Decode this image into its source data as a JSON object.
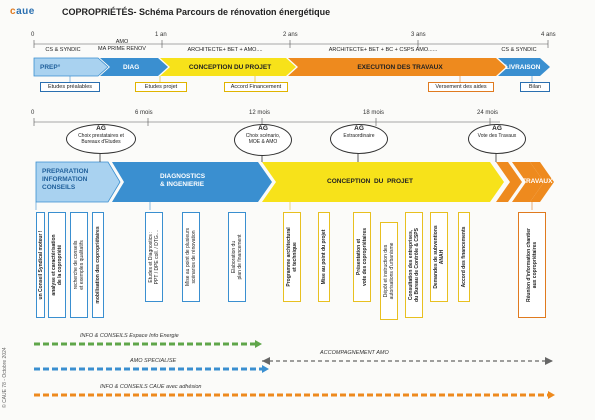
{
  "logo": {
    "text_c": "c",
    "text_rest": "aue"
  },
  "title": "COPROPRIÉTÉS- Schéma Parcours de rénovation énergétique",
  "top_timeline": {
    "ticks": [
      "0",
      "1 an",
      "2 ans",
      "3 ans",
      "4 ans"
    ],
    "actors": [
      "CS & SYNDIC",
      "AMO\nMA PRIME RENOV",
      "ARCHITECTE+ BET + AMO....",
      "ARCHITECTE+ BET + BC + CSPS AMO......",
      "CS & SYNDIC"
    ],
    "phases": [
      "PREP°",
      "DIAG",
      "CONCEPTION DU PROJET",
      "EXECUTION DES TRAVAUX",
      "LIVRAISON"
    ],
    "outputs": [
      "Etudes préalables",
      "Etudes projet",
      "Accord Financement",
      "Versement des aides",
      "Bilan"
    ]
  },
  "bottom_timeline": {
    "ticks": [
      "0",
      "6 mois",
      "12 mois",
      "18 mois",
      "24 mois"
    ],
    "ag": [
      {
        "title": "AG",
        "text": "Choix prestataires et\nBureaux d'Etudes"
      },
      {
        "title": "AG",
        "text": "Choix scénario,\nMOE & AMO"
      },
      {
        "title": "AG",
        "text": "Extraordinaire"
      },
      {
        "title": "AG",
        "text": "Vote des Travaux"
      }
    ],
    "phases": [
      "PREPARATION\nINFORMATION\nCONSEILS",
      "DIAGNOSTICS\n& INGENIERIE",
      "CONCEPTION  DU  PROJET",
      "TRAVAUX"
    ],
    "steps": [
      "un Conseil Syndical moteur !",
      "analyse et caractérisation\nde la copropriété",
      "recherche de conseils\net exemples qualitatifs",
      "mobilisation des copropriétaires",
      "Etudes et Diagnostics :\nPPT / DPE coll. / DTG....",
      "Mise au point de plusieurs\nscénarios de rénovation",
      "Elaboration du\nplan de financement",
      "Programme architectural\net technique",
      "Mise au point du projet",
      "Présentation et\nvote des copropriétaires",
      "Dépôt et instruction des\nautorisations d'urbanisme",
      "Consultation des entreprises,\ndu Bureau de Contrôle & CSPS",
      "Demandes de subventions\nANAH",
      "Accord des financements",
      "Réunion d'information chantier\naux copropriétaires"
    ]
  },
  "support_bars": [
    "INFO & CONSEILS Espace Info Energie",
    "AMO SPECIALISE",
    "ACCOMPAGNEMENT AMO",
    "INFO & CONSEILS CAUE avec adhésion"
  ],
  "copyright": "© CAUE 78 - Octobre 2024",
  "colors": {
    "blue": "#3a8fd0",
    "light_blue": "#a9d2f0",
    "yellow": "#f7e21a",
    "orange": "#ee8a1e",
    "green": "#5fa64a"
  }
}
